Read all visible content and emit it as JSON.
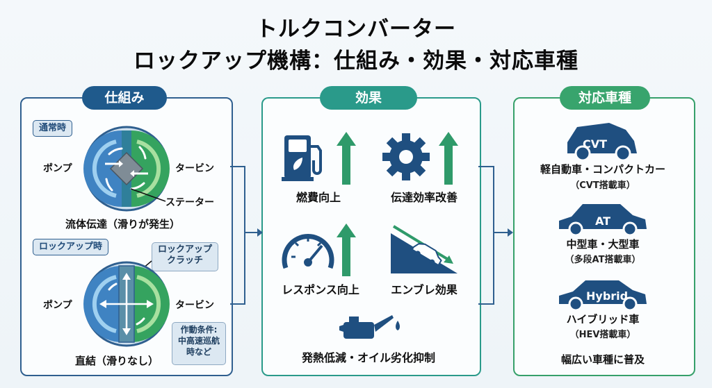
{
  "title": {
    "line1": "トルクコンバーター",
    "line2": "ロックアップ機構：仕組み・効果・対応車種"
  },
  "mechanism": {
    "header": "仕組み",
    "normal": {
      "tag": "通常時",
      "pump": "ポンプ",
      "turbine": "タービン",
      "stator": "ステーター",
      "caption": "流体伝達（滑りが発生）"
    },
    "lockup": {
      "tag": "ロックアップ時",
      "clutch_line1": "ロックアップ",
      "clutch_line2": "クラッチ",
      "pump": "ポンプ",
      "turbine": "タービン",
      "condition_line1": "作動条件:",
      "condition_line2": "中高速巡航",
      "condition_line3": "時など",
      "caption": "直結（滑りなし）"
    }
  },
  "effects": {
    "header": "効果",
    "fuel": "燃費向上",
    "efficiency": "伝達効率改善",
    "response": "レスポンス向上",
    "engine_brake": "エンブレ効果",
    "heat": "発熱低減・オイル劣化抑制"
  },
  "vehicles": {
    "header": "対応車種",
    "car1_badge": "CVT",
    "car1_label": "軽自動車・コンパクトカー",
    "car1_sub": "（CVT搭載車）",
    "car2_badge": "AT",
    "car2_label": "中型車・大型車",
    "car2_sub": "（多段AT搭載車）",
    "car3_badge": "Hybrid",
    "car3_label": "ハイブリッド車",
    "car3_sub": "（HEV搭載車）",
    "footer": "幅広い車種に普及"
  },
  "colors": {
    "navy": "#1f5a8c",
    "teal": "#2a9a8a",
    "green": "#38a46d",
    "arrow_green": "#2f9a6a"
  }
}
